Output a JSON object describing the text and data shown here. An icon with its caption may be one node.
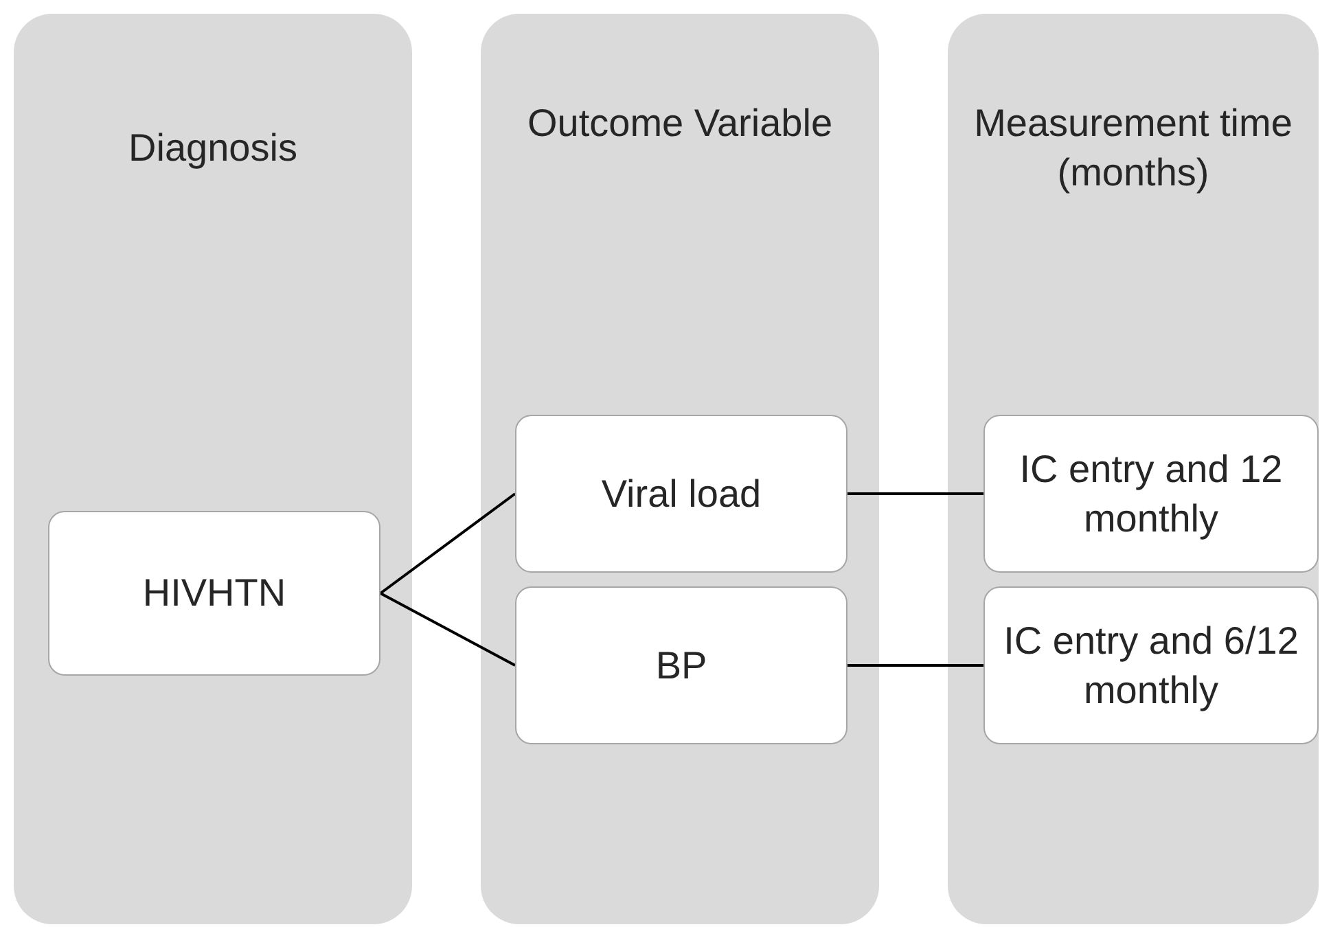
{
  "diagram": {
    "nodes": [
      {
        "text": [
          "Diagnosis"
        ]
      },
      {
        "text": [
          "Outcome Variable"
        ]
      },
      {
        "text": [
          "Measurement time (months)"
        ]
      },
      {
        "text": [
          "HIVHTN"
        ],
        "in": 0
      },
      {
        "text": [
          "Viral load"
        ],
        "in": 1
      },
      {
        "text": [
          "BP"
        ],
        "in": 1
      },
      {
        "text": [
          "IC entry and 12 monthly"
        ],
        "in": 2
      },
      {
        "text": [
          "IC entry and 6/12 monthly"
        ],
        "in": 2
      }
    ],
    "edges": [
      {
        "from": 3,
        "to": 4,
        "arrow": "none"
      },
      {
        "from": 3,
        "to": 5,
        "arrow": "none"
      },
      {
        "from": 4,
        "to": 6,
        "arrow": "none"
      },
      {
        "from": 5,
        "to": 7,
        "arrow": "none"
      }
    ]
  }
}
